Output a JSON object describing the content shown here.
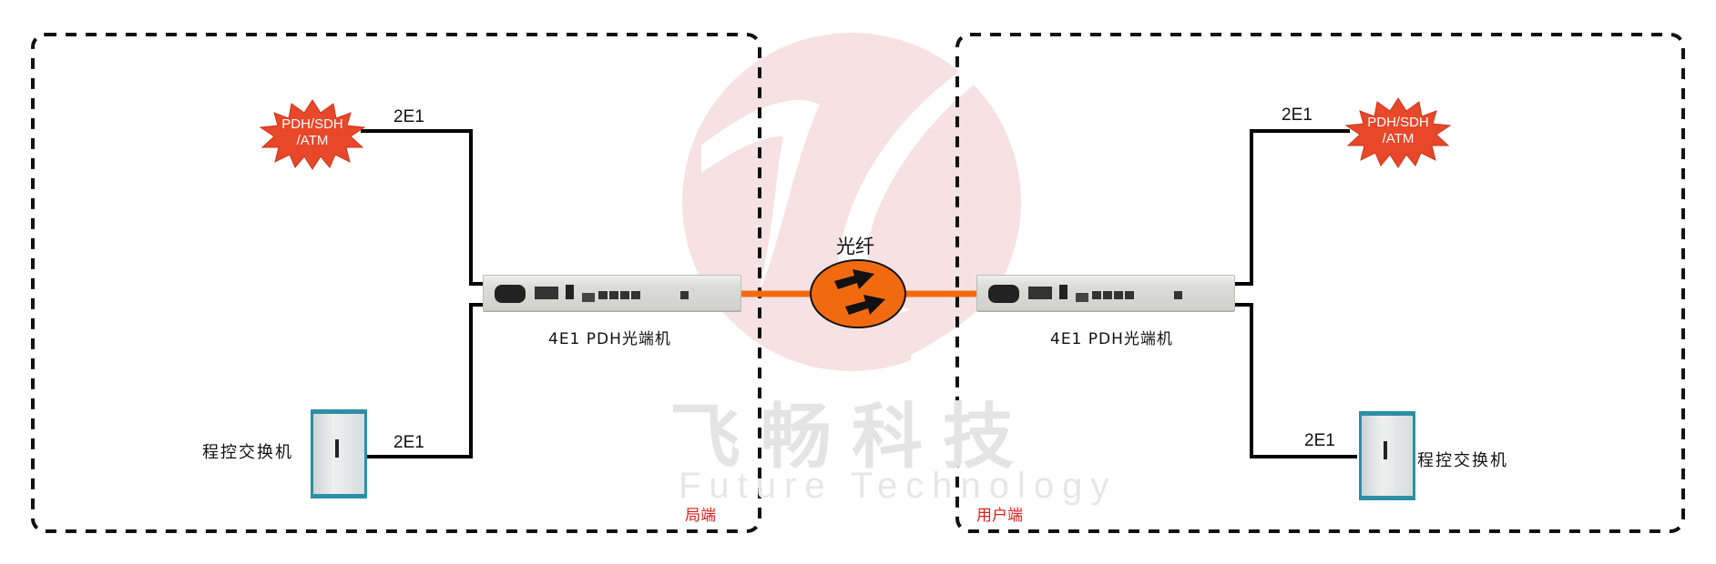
{
  "watermark": {
    "logo_color": "#f5e1e2",
    "company_cn": "飞畅科技",
    "company_en": "Future Technology"
  },
  "regions": {
    "local": {
      "label": "局端"
    },
    "remote": {
      "label": "用户端"
    }
  },
  "fiber": {
    "label": "光纤",
    "color": "#f26a10"
  },
  "left": {
    "network_cloud": {
      "line1": "PDH/SDH",
      "line2": "/ATM",
      "color": "#e8472a"
    },
    "upper_link_label": "2E1",
    "lower_link_label": "2E1",
    "device_label": "4E1 PDH光端机",
    "switch_label": "程控交换机"
  },
  "right": {
    "network_cloud": {
      "line1": "PDH/SDH",
      "line2": "/ATM",
      "color": "#e8472a"
    },
    "upper_link_label": "2E1",
    "lower_link_label": "2E1",
    "device_label": "4E1 PDH光端机",
    "switch_label": "程控交换机"
  }
}
